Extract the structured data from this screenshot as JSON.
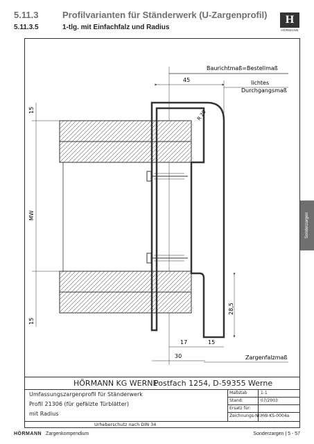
{
  "header": {
    "section_number": "5.11.3",
    "section_title": "Profilvarianten für Ständerwerk (U-Zargenprofil)",
    "subsection_number": "5.11.3.5",
    "subsection_title": "1-tlg. mit Einfachfalz und Radius",
    "logo_text": "HÖRMANN"
  },
  "side_tab": {
    "label": "Sonderzargen",
    "color": "#6f6f6f"
  },
  "drawing": {
    "label_baurichtmass": "Baurichtmaß=Bestellmaß",
    "label_lichtes": "lichtes",
    "label_durchgangsmass": "Durchgangsmaß",
    "label_zargenfalzmass": "Zargenfalzmaß",
    "dim_45": "45",
    "dim_radius": "R 20",
    "dim_15_top": "15",
    "dim_mw": "MW",
    "dim_15_bottom": "15",
    "dim_28_5": "28,5",
    "dim_17": "17",
    "dim_15_right": "15",
    "dim_30": "30"
  },
  "title_block": {
    "company": "HÖRMANN KG WERNE",
    "address": "Postfach 1254, D-59355 Werne",
    "desc_line1": "Umfassungszargenprofil für Ständerwerk",
    "desc_line2": "Profil 21306 (für gefälzte Türblätter)",
    "desc_line3": "mit Radius",
    "copyright": "Urheberschutz nach DIN 34",
    "rows": [
      {
        "label": "Maßstab",
        "value": "1:1"
      },
      {
        "label": "Stand:",
        "value": "07/2003"
      },
      {
        "label": "Ersatz für:",
        "value": ""
      },
      {
        "label": "Zeichnungs-Nr.:",
        "value": "HW-KS-0004a"
      }
    ]
  },
  "footer": {
    "brand": "HÖRMANN",
    "left_text": "Zargenkompendium",
    "right_text": "Sonderzargen | 5 - 57"
  }
}
